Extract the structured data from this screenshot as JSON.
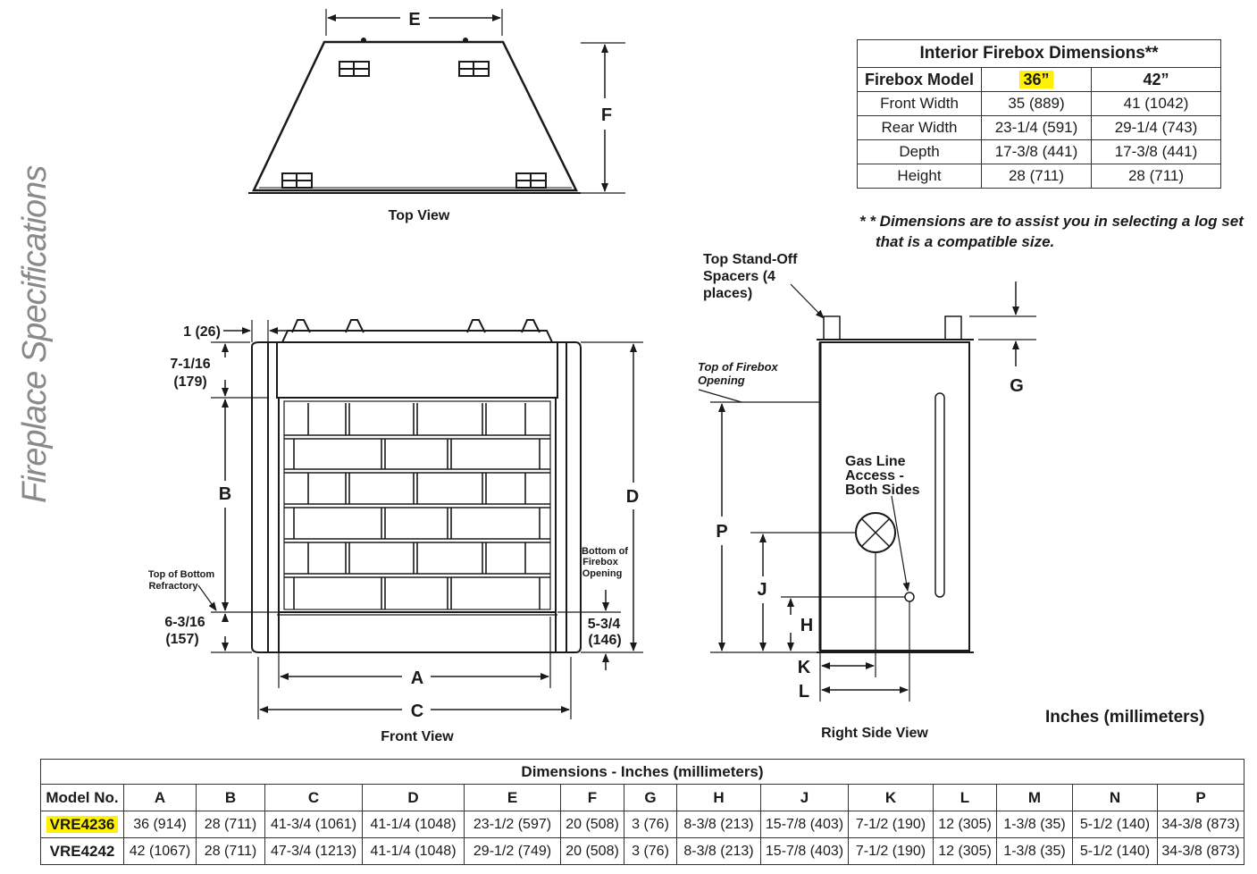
{
  "side_title": "Fireplace Specifications",
  "views": {
    "top": "Top View",
    "front": "Front View",
    "side": "Right Side View"
  },
  "labels": {
    "A": "A",
    "B": "B",
    "C": "C",
    "D": "D",
    "E": "E",
    "F": "F",
    "G": "G",
    "H": "H",
    "J": "J",
    "K": "K",
    "L": "L",
    "P": "P",
    "dim_1_26": "1 (26)",
    "dim_7_1_16": "7-1/16",
    "dim_179": "(179)",
    "dim_6_3_16": "6-3/16",
    "dim_157": "(157)",
    "dim_5_3_4": "5-3/4",
    "dim_146": "(146)",
    "top_bottom_refractory_1": "Top of Bottom",
    "top_bottom_refractory_2": "Refractory",
    "bottom_firebox_1": "Bottom of",
    "bottom_firebox_2": "Firebox",
    "bottom_firebox_3": "Opening",
    "standoff_1": "Top Stand-Off",
    "standoff_2": "Spacers (4",
    "standoff_3": "places)",
    "top_firebox_1": "Top of Firebox",
    "top_firebox_2": "Opening",
    "gas_1": "Gas Line",
    "gas_2": "Access -",
    "gas_3": "Both Sides"
  },
  "note_line1": "* * Dimensions are to assist you in selecting a log set",
  "note_line2": "that is a compatible size.",
  "units": "Inches (millimeters)",
  "firebox": {
    "title": "Interior Firebox Dimensions**",
    "header": [
      "Firebox Model",
      "36”",
      "42”"
    ],
    "rows": [
      [
        "Front Width",
        "35 (889)",
        "41 (1042)"
      ],
      [
        "Rear Width",
        "23-1/4 (591)",
        "29-1/4 (743)"
      ],
      [
        "Depth",
        "17-3/8 (441)",
        "17-3/8 (441)"
      ],
      [
        "Height",
        "28 (711)",
        "28 (711)"
      ]
    ]
  },
  "dimensions": {
    "title": "Dimensions - Inches (millimeters)",
    "header": [
      "Model No.",
      "A",
      "B",
      "C",
      "D",
      "E",
      "F",
      "G",
      "H",
      "J",
      "K",
      "L",
      "M",
      "N",
      "P"
    ],
    "rows": [
      [
        "VRE4236",
        "36 (914)",
        "28 (711)",
        "41-3/4 (1061)",
        "41-1/4  (1048)",
        "23-1/2 (597)",
        "20 (508)",
        "3 (76)",
        "8-3/8 (213)",
        "15-7/8 (403)",
        "7-1/2 (190)",
        "12 (305)",
        "1-3/8 (35)",
        "5-1/2 (140)",
        "34-3/8 (873)"
      ],
      [
        "VRE4242",
        "42 (1067)",
        "28 (711)",
        "47-3/4 (1213)",
        "41-1/4  (1048)",
        "29-1/2 (749)",
        "20 (508)",
        "3 (76)",
        "8-3/8 (213)",
        "15-7/8 (403)",
        "7-1/2 (190)",
        "12 (305)",
        "1-3/8 (35)",
        "5-1/2 (140)",
        "34-3/8 (873)"
      ]
    ]
  }
}
